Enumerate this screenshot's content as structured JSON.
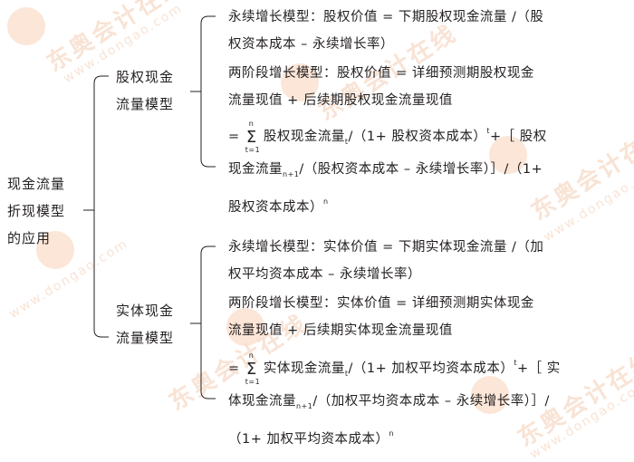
{
  "watermark": {
    "brand": "东奥会计在线",
    "url": "www.dongao.com"
  },
  "root": {
    "line1": "现金流量",
    "line2": "折现模型",
    "line3": "的应用"
  },
  "equity": {
    "line1": "股权现金",
    "line2": "流量模型",
    "perpetual": {
      "l1": "永续增长模型：股权价值 = 下期股权现金流量 /（股",
      "l2": "权资本成本 – 永续增长率）"
    },
    "two_stage": {
      "l1": "两阶段增长模型：股权价值 = 详细预测期股权现金",
      "l2": "流量现值 + 后续期股权现金流量现值"
    },
    "formula": {
      "eq": "=",
      "sigma_top": "n",
      "sigma_bottom": "t=1",
      "a": "股权现金流量",
      "sub_t": "t",
      "b": "/（1+ 股权资本成本）",
      "sup_t": "t",
      "c": "+［ 股权",
      "d": "现金流量",
      "sub_n1": "n+1",
      "e": "/（股权资本成本 – 永续增长率）］/（1+",
      "f": "股权资本成本）",
      "sup_n": "n"
    }
  },
  "entity": {
    "line1": "实体现金",
    "line2": "流量模型",
    "perpetual": {
      "l1": "永续增长模型：实体价值 = 下期实体现金流量 /（加",
      "l2": "权平均资本成本 – 永续增长率）"
    },
    "two_stage": {
      "l1": "两阶段增长模型：实体价值 = 详细预测期实体现金",
      "l2": "流量现值 + 后续期实体现金流量现值"
    },
    "formula": {
      "eq": "=",
      "sigma_top": "n",
      "sigma_bottom": "t=1",
      "a": "实体现金流量",
      "sub_t": "t",
      "b": "/（1+ 加权平均资本成本）",
      "sup_t": "t",
      "c": "+［ 实",
      "d": "体现金流量",
      "sub_n1": "n+1",
      "e": "/（加权平均资本成本 – 永续增长率）］/",
      "f": "（1+ 加权平均资本成本）",
      "sup_n": "n"
    }
  }
}
